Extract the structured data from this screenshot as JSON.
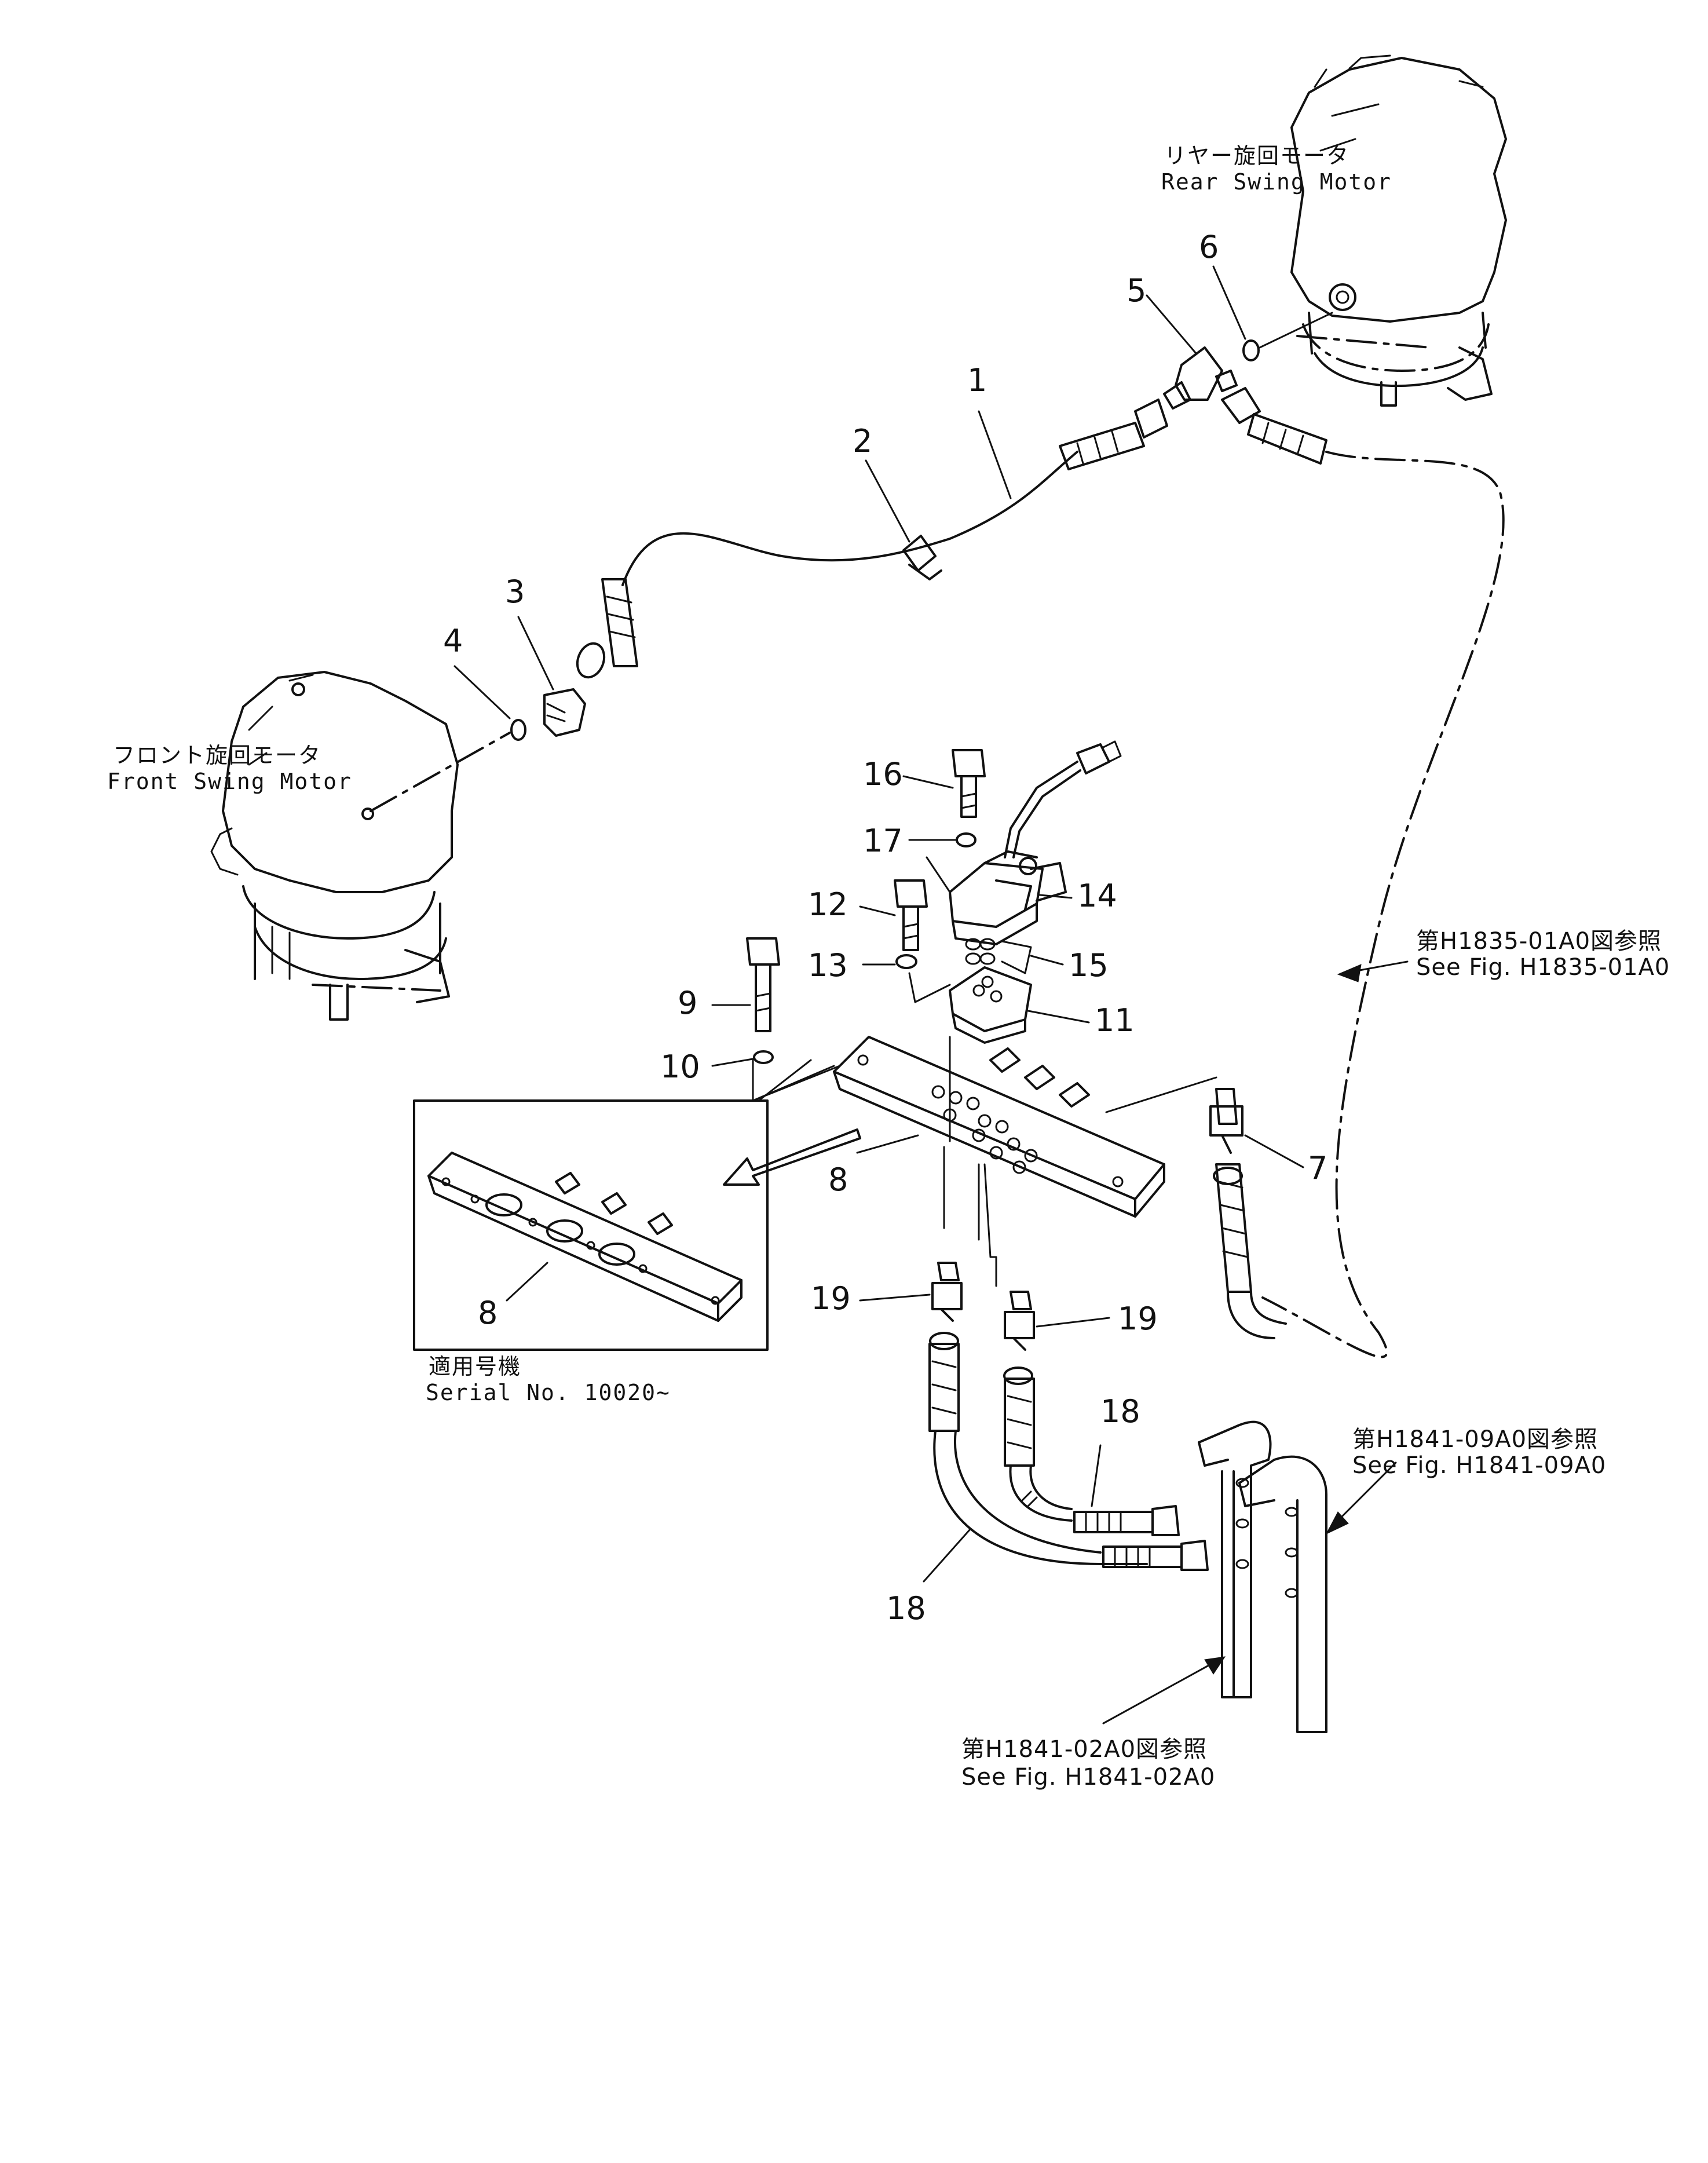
{
  "callouts": [
    {
      "id": "1",
      "text": "1"
    },
    {
      "id": "2",
      "text": "2"
    },
    {
      "id": "3",
      "text": "3"
    },
    {
      "id": "4",
      "text": "4"
    },
    {
      "id": "5",
      "text": "5"
    },
    {
      "id": "6",
      "text": "6"
    },
    {
      "id": "7",
      "text": "7"
    },
    {
      "id": "8a",
      "text": "8"
    },
    {
      "id": "8b",
      "text": "8"
    },
    {
      "id": "9",
      "text": "9"
    },
    {
      "id": "10",
      "text": "10"
    },
    {
      "id": "11",
      "text": "11"
    },
    {
      "id": "12",
      "text": "12"
    },
    {
      "id": "13",
      "text": "13"
    },
    {
      "id": "14",
      "text": "14"
    },
    {
      "id": "15",
      "text": "15"
    },
    {
      "id": "16",
      "text": "16"
    },
    {
      "id": "17",
      "text": "17"
    },
    {
      "id": "18a",
      "text": "18"
    },
    {
      "id": "18b",
      "text": "18"
    },
    {
      "id": "19a",
      "text": "19"
    },
    {
      "id": "19b",
      "text": "19"
    }
  ],
  "labels": {
    "rear_motor_jp": "リヤー旋回モータ",
    "rear_motor_en": "Rear  Swing  Motor",
    "front_motor_jp": "フロント旋回モータ",
    "front_motor_en": "Front  Swing  Motor",
    "serial_jp": "適用号機",
    "serial_en": "Serial  No.  10020∼"
  },
  "references": {
    "h1835_jp": "第H1835-01A0図参照",
    "h1835_en": "See  Fig. H1835-01A0",
    "h1841_09_jp": "第H1841-09A0図参照",
    "h1841_09_en": "See  Fig.  H1841-09A0",
    "h1841_02_jp": "第H1841-02A0図参照",
    "h1841_02_en": "See  Fig.  H1841-02A0"
  }
}
